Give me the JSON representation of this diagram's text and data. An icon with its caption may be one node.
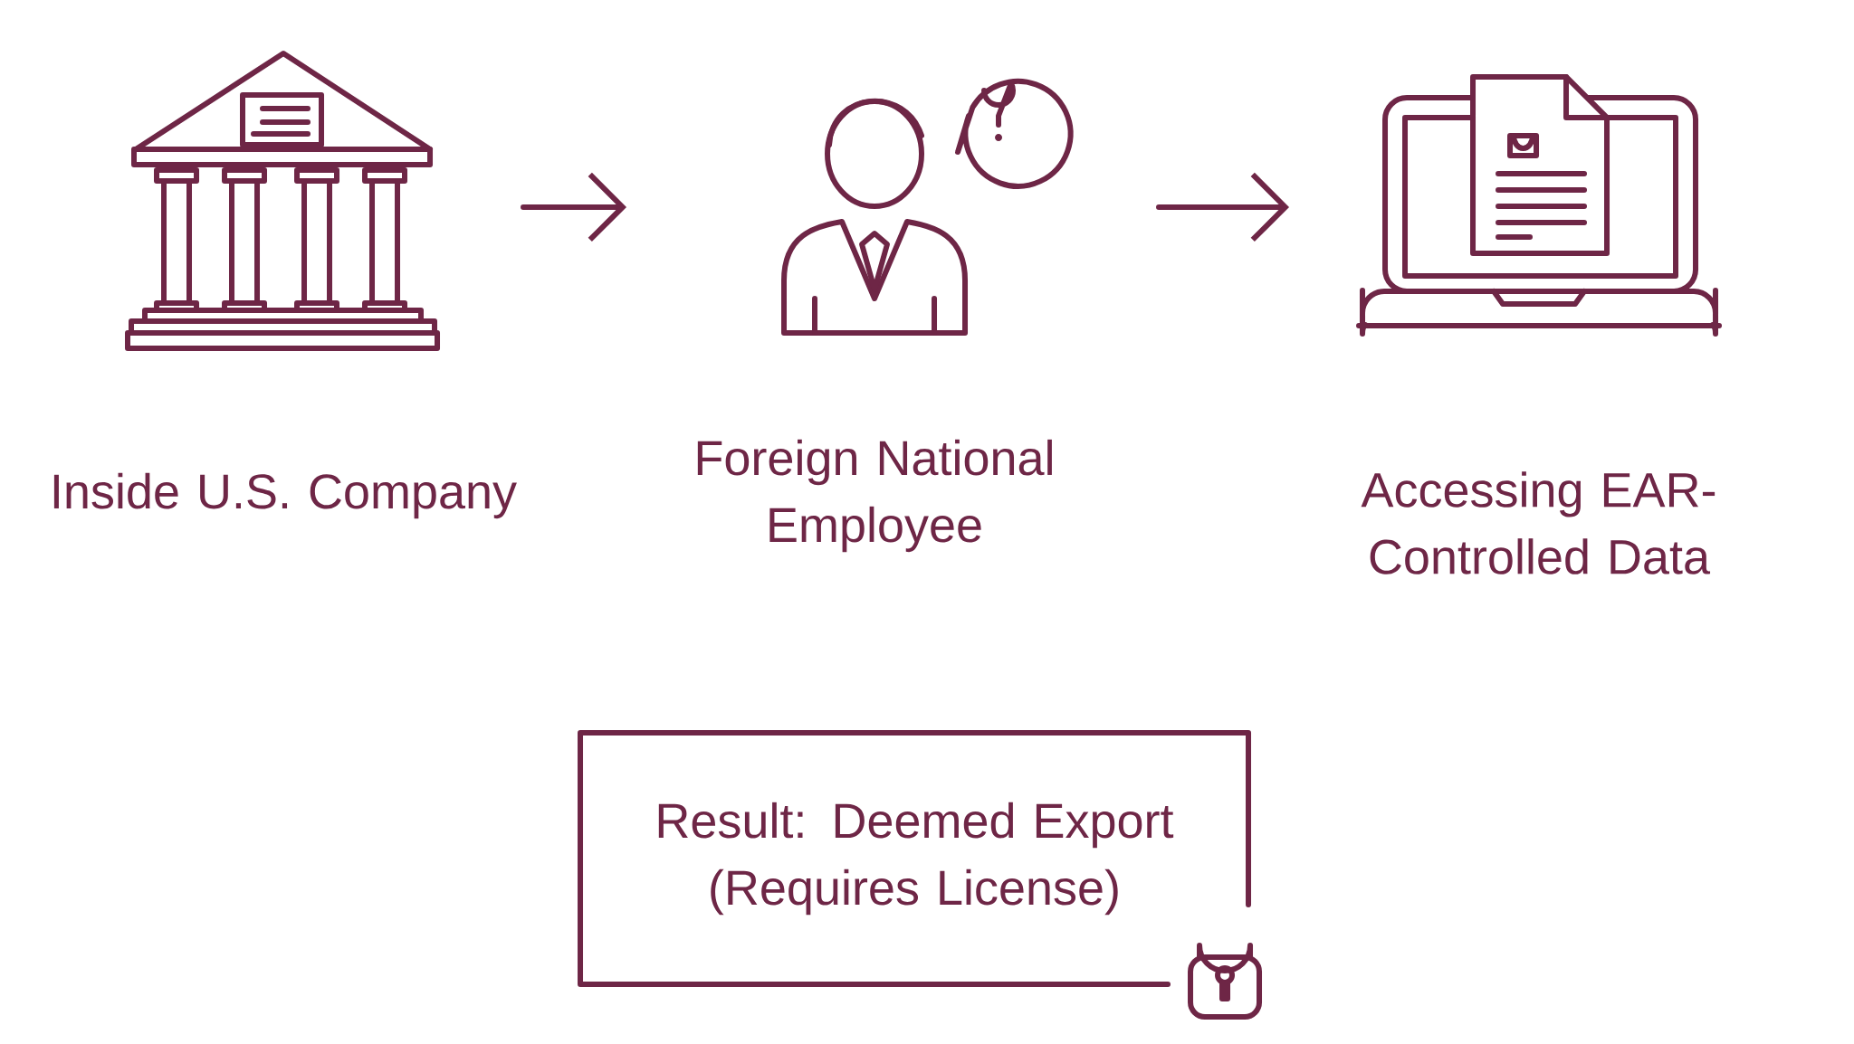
{
  "diagram": {
    "nodes": [
      {
        "text": [
          "Inside U.S. Company"
        ]
      },
      {
        "text": [
          "Foreign National Employee"
        ]
      },
      {
        "text": [
          "Accessing EAR-Controlled Data"
        ]
      },
      {
        "text": [
          "Result: Deemed Export (Requires License)"
        ]
      }
    ],
    "edges": [
      {
        "from": 0,
        "to": 1,
        "arrow": "to"
      },
      {
        "from": 1,
        "to": 2,
        "arrow": "to"
      }
    ]
  }
}
